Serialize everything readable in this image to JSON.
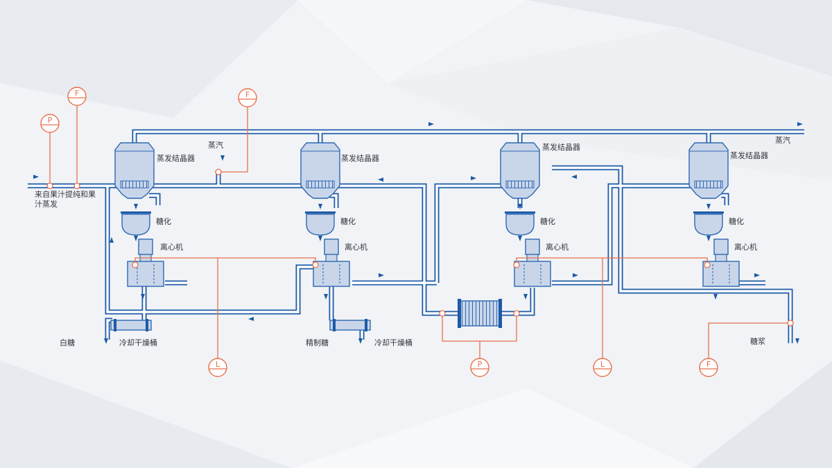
{
  "labels": {
    "evap1": "蒸发结晶器",
    "evap2": "蒸发结晶器",
    "evap3": "蒸发结晶器",
    "evap4": "蒸发结晶器",
    "steam_left": "蒸汽",
    "steam_right": "蒸汽",
    "feed_line1": "来自果汁提纯和果",
    "feed_line2": "汁蒸发",
    "sugaring1": "糖化",
    "sugaring2": "糖化",
    "sugaring3": "糖化",
    "sugaring4": "糖化",
    "centrifuge1": "离心机",
    "centrifuge2": "离心机",
    "centrifuge3": "离心机",
    "centrifuge4": "离心机",
    "white_sugar": "白糖",
    "refined_sugar": "精制糖",
    "dryer1": "冷却干燥桶",
    "dryer2": "冷却干燥桶",
    "syrup": "糖浆"
  },
  "instruments": [
    {
      "id": "inst-p-feed",
      "letter": "P"
    },
    {
      "id": "inst-f-feed",
      "letter": "F"
    },
    {
      "id": "inst-f-steam",
      "letter": "F"
    },
    {
      "id": "inst-l-left",
      "letter": "L"
    },
    {
      "id": "inst-p-hx",
      "letter": "P"
    },
    {
      "id": "inst-l-right",
      "letter": "L"
    },
    {
      "id": "inst-f-syrup",
      "letter": "F"
    }
  ],
  "colors": {
    "pipe": "#1d5aa6",
    "instrument": "#e8704a",
    "vessel_fill": "#c9d6ea",
    "vessel_stroke": "#2d67b0"
  }
}
